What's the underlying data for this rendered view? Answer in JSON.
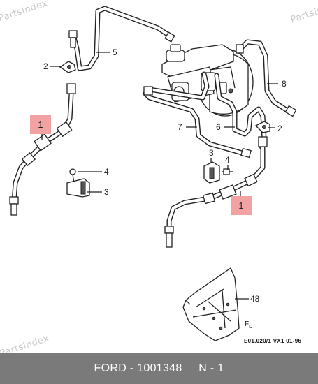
{
  "watermark": "PartsIndex",
  "labels": {
    "hose_left": "1",
    "hose_right": "1",
    "clip_left": "2",
    "clip_right": "2",
    "bracket_left": "3",
    "bracket_right": "3",
    "bolt_left": "4",
    "bolt_right": "4",
    "pipe_5": "5",
    "pipe_6": "6",
    "pipe_7": "7",
    "pipe_8": "8",
    "shield": "48"
  },
  "drawing_mark_main": "F",
  "drawing_mark_sub": "D",
  "drawing_code": "E01.020/1 VX1 01-96",
  "footer": "FORD - 1001348     N - 1",
  "colors": {
    "highlight": "#f2a2a2",
    "footer_bg": "#7a7a7a",
    "line": "#222222",
    "watermark": "#c9c9c9"
  }
}
